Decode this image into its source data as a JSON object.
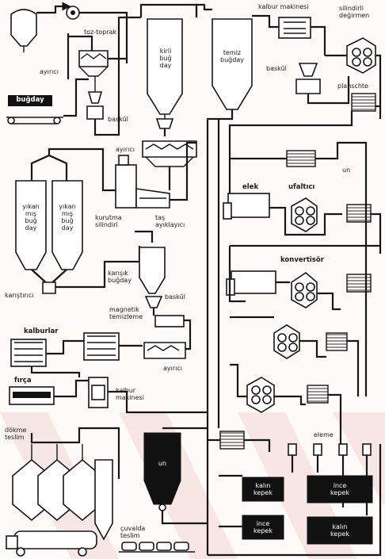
{
  "colors": {
    "ink": "#161616",
    "paper": "#fcfbf8",
    "box_fill": "#111111",
    "box_text": "#ffffff",
    "watermark": "#e8a0a0"
  },
  "labels": {
    "toz_toprak": "toz-toprak",
    "ayirici_1": "ayırıcı",
    "baskul_1": "baskül",
    "bugday": "buğday",
    "kirli_bugday": [
      "kirli",
      "buğ",
      "day"
    ],
    "ayirici_2": "ayırıcı",
    "temiz_bugday": [
      "temiz",
      "buğday"
    ],
    "kalbur_makinesi_top": "kalbur makinesi",
    "silindirli_degirmen": [
      "silindirli",
      "değirmen"
    ],
    "baskul_2": "baskül",
    "planschter": "planschte",
    "elek": "elek",
    "ufaltici": "ufaltıcı",
    "un": "un",
    "yikanmis_bugday_1": [
      "yıkan",
      "mış",
      "buğ",
      "day"
    ],
    "yikanmis_bugday_2": [
      "yıkan",
      "mış",
      "buğ",
      "day"
    ],
    "kurutma_silindiri": [
      "kurutma",
      "silindiri"
    ],
    "tas_ayiklayici": [
      "taş",
      "ayıklayıcı"
    ],
    "konvertisor": "konvertisör",
    "karistirici": "karıştırıcı",
    "karisik_bugday": [
      "karışık",
      "buğday"
    ],
    "baskul_3": "baskül",
    "magnetik_temizleme": [
      "magnetik",
      "temizleme"
    ],
    "kalburlar": "kalburlar",
    "ayirici_3": "ayırıcı",
    "firca": "fırça",
    "kalbur_makinesi_bottom": [
      "kalbur",
      "makinesi"
    ],
    "dokme_teslim": [
      "dökme",
      "teslim"
    ],
    "un_silo": "un",
    "eleme": "eleme",
    "kalin_kepek_1": [
      "kalın",
      "kepek"
    ],
    "ince_kepek_1": [
      "ince",
      "kepek"
    ],
    "ince_kepek_2": [
      "ince",
      "kepek"
    ],
    "kalin_kepek_2": [
      "kalın",
      "kepek"
    ],
    "cuvalda_teslim": [
      "çuvalda",
      "teslim"
    ]
  }
}
